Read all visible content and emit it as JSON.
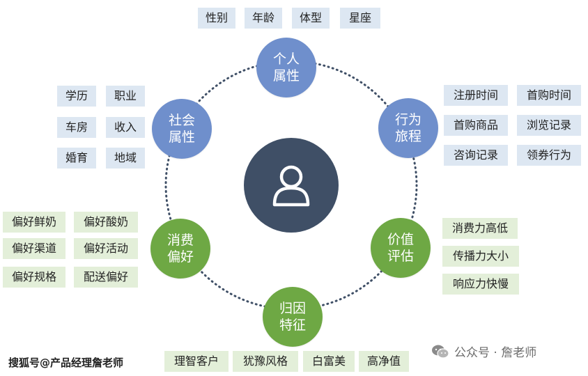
{
  "nodes": {
    "personal": {
      "line1": "个人",
      "line2": "属性"
    },
    "social": {
      "line1": "社会",
      "line2": "属性"
    },
    "journey": {
      "line1": "行为",
      "line2": "旅程"
    },
    "consumption": {
      "line1": "消费",
      "line2": "偏好"
    },
    "value": {
      "line1": "价值",
      "line2": "评估"
    },
    "attribution": {
      "line1": "归因",
      "line2": "特征"
    }
  },
  "tags": {
    "personal": [
      "性别",
      "年龄",
      "体型",
      "星座"
    ],
    "social": [
      "学历",
      "职业",
      "车房",
      "收入",
      "婚育",
      "地域"
    ],
    "journey": [
      "注册时间",
      "首购时间",
      "首购商品",
      "浏览记录",
      "咨询记录",
      "领券行为"
    ],
    "consumption": [
      "偏好鲜奶",
      "偏好酸奶",
      "偏好渠道",
      "偏好活动",
      "偏好规格",
      "配送偏好"
    ],
    "value": [
      "消费力高低",
      "传播力大小",
      "响应力快慢"
    ],
    "attribution": [
      "理智客户",
      "犹豫风格",
      "白富美",
      "高净值"
    ]
  },
  "watermarks": {
    "left": "搜狐号@产品经理詹老师",
    "right": "公众号 · 詹老师"
  },
  "colors": {
    "blue_node": "#6f8fcc",
    "green_node": "#6ea844",
    "blue_tag": "#dde7f2",
    "green_tag": "#e3efd9",
    "center": "#3f4f66",
    "ring_dots": "#3f4f66"
  },
  "icons": {
    "center": "user-icon",
    "watermark": "wechat-icon"
  }
}
